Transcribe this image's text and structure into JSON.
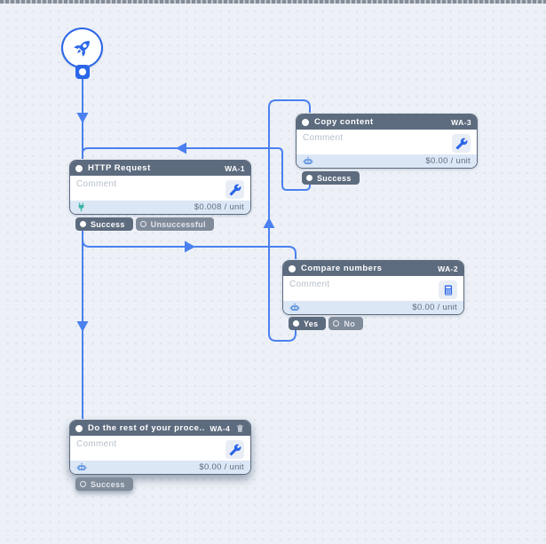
{
  "canvas": {
    "type": "workflow-editor",
    "colors": {
      "background": "#edf1f7",
      "grid_dot": "#dde2ed",
      "node_header": "#5d6b7e",
      "edge_blue": "#4a80f0",
      "accent_blue": "#2b66e8",
      "footer_bg": "#dce7f6",
      "tag_outline_bg": "#808b9a",
      "plug_teal": "#3fb5a8",
      "robot_blue": "#6b9ce0",
      "trash_gray": "#c2c9d3"
    }
  },
  "start_node": {
    "icon": "rocket-icon",
    "output_port": "start-output-port"
  },
  "nodes": [
    {
      "title": "HTTP Request",
      "badge": "WA-1",
      "comment_placeholder": "Comment",
      "action_icon": "wrench-icon",
      "cost_icon": "plug-icon",
      "cost": "$0.008 / unit",
      "outputs": [
        {
          "label": "Success",
          "state": "filled"
        },
        {
          "label": "Unsuccessful",
          "state": "outline"
        }
      ]
    },
    {
      "title": "Copy content",
      "badge": "WA-3",
      "comment_placeholder": "Comment",
      "action_icon": "wrench-icon",
      "cost_icon": "robot-icon",
      "cost": "$0.00 / unit",
      "outputs": [
        {
          "label": "Success",
          "state": "filled"
        }
      ]
    },
    {
      "title": "Compare numbers",
      "badge": "WA-2",
      "comment_placeholder": "Comment",
      "action_icon": "calculator-icon",
      "cost_icon": "robot-icon",
      "cost": "$0.00 / unit",
      "outputs": [
        {
          "label": "Yes",
          "state": "filled"
        },
        {
          "label": "No",
          "state": "outline"
        }
      ]
    },
    {
      "title": "Do the rest of your proce...",
      "badge": "WA-4",
      "delete_icon": "trash-icon",
      "comment_placeholder": "Comment",
      "action_icon": "wrench-icon",
      "cost_icon": "robot-icon",
      "cost": "$0.00 / unit",
      "outputs": [
        {
          "label": "Success",
          "state": "outline"
        }
      ],
      "selected": true
    }
  ],
  "edges": [
    {
      "name": "start-to-http",
      "arrow": "down"
    },
    {
      "name": "copy-success-to-http",
      "arrow": "left"
    },
    {
      "name": "http-success-to-rest",
      "arrow": "down"
    },
    {
      "name": "http-success-to-compare",
      "arrow": "right"
    },
    {
      "name": "compare-yes-to-copy",
      "arrow": "up"
    }
  ]
}
